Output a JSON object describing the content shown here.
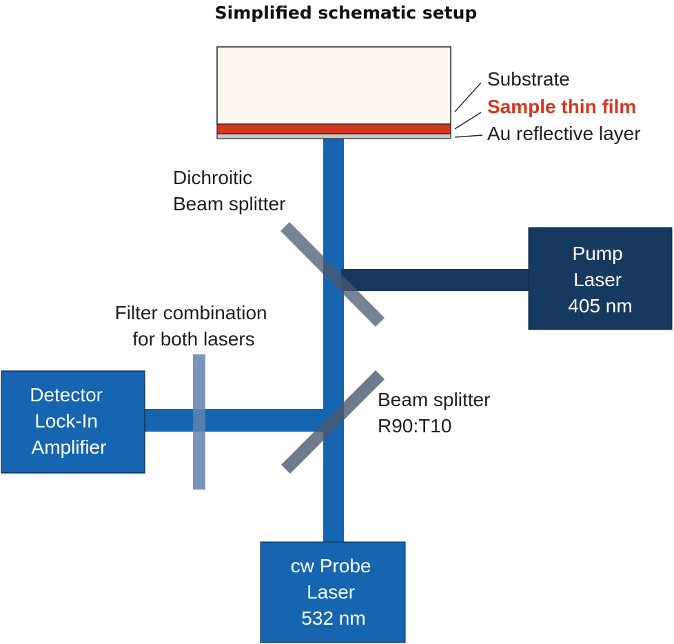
{
  "title": "Simplified schematic setup",
  "sample_stack": {
    "substrate_label": "Substrate",
    "film_label": "Sample thin film",
    "gold_label": "Au reflective layer"
  },
  "labels": {
    "dichroic": [
      "Dichroitic",
      "Beam splitter"
    ],
    "filter": [
      "Filter combination",
      "for both lasers"
    ],
    "beam_splitter": [
      "Beam splitter",
      "R90:T10"
    ]
  },
  "boxes": {
    "pump": [
      "Pump",
      "Laser",
      "405 nm"
    ],
    "detector": [
      "Detector",
      "Lock-In",
      "Amplifier"
    ],
    "probe": [
      "cw Probe",
      "Laser",
      "532 nm"
    ]
  },
  "colors": {
    "beam_blue": "#1565b0",
    "pump_dark": "#163a5f",
    "detector_blue": "#1565b0",
    "film_red": "#d6361f",
    "substrate_fill": "#fbf8ef",
    "gold_layer": "#c9c9c9",
    "optic_gray": "#4a5a70",
    "filter_blue": "#5f84ad"
  }
}
